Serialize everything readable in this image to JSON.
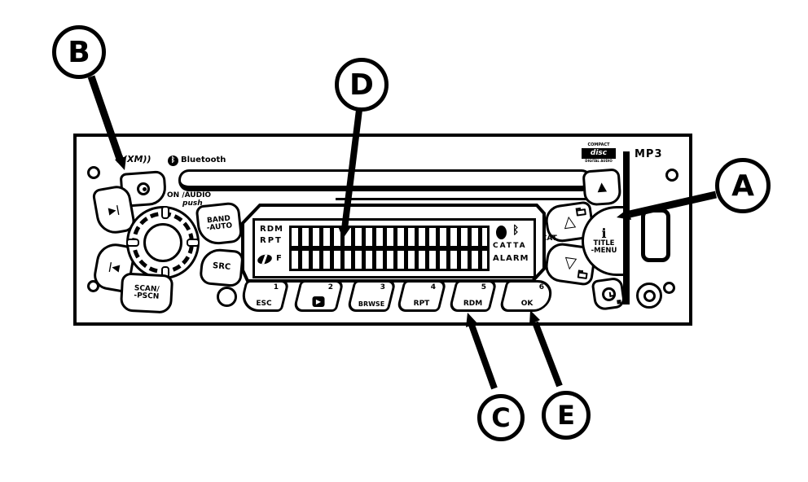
{
  "callouts": {
    "a": "A",
    "b": "B",
    "c": "C",
    "d": "D",
    "e": "E"
  },
  "branding": {
    "xm_logo": "((XM))",
    "bluetooth_badge": "ᛒ",
    "bluetooth_label": "Bluetooth",
    "cd_logo_top": "COMPACT",
    "cd_logo_main": "disc",
    "cd_logo_bottom": "DIGITAL AUDIO",
    "mp3_label": "MP3"
  },
  "knob": {
    "label": "ON /AUDIO",
    "sub_label": "push"
  },
  "buttons": {
    "seek_next_icon": "▶|",
    "seek_prev_icon": "|◀",
    "band_line1": "BAND",
    "band_line2": "-AUTO",
    "src": "SRC",
    "scan_line1": "SCAN/",
    "scan_line2": "-PSCN",
    "eject_icon": "▲",
    "cat_up_icon": "△",
    "cat_down_icon": "▽",
    "cat_label": "•CAT",
    "info": "i",
    "title": "TITLE",
    "menu": "-MENU"
  },
  "display": {
    "rdm": "RDM",
    "rpt": "RPT",
    "f_label": "F",
    "bt_icon": "ᛒ",
    "cat_ta": "CATTA",
    "alarm": "ALARM"
  },
  "presets": [
    {
      "num": "1",
      "label": "ESC"
    },
    {
      "num": "2",
      "label": "▶"
    },
    {
      "num": "3",
      "label": "BRWSE"
    },
    {
      "num": "4",
      "label": "RPT"
    },
    {
      "num": "5",
      "label": "RDM"
    },
    {
      "num": "6",
      "label": "OK"
    }
  ]
}
